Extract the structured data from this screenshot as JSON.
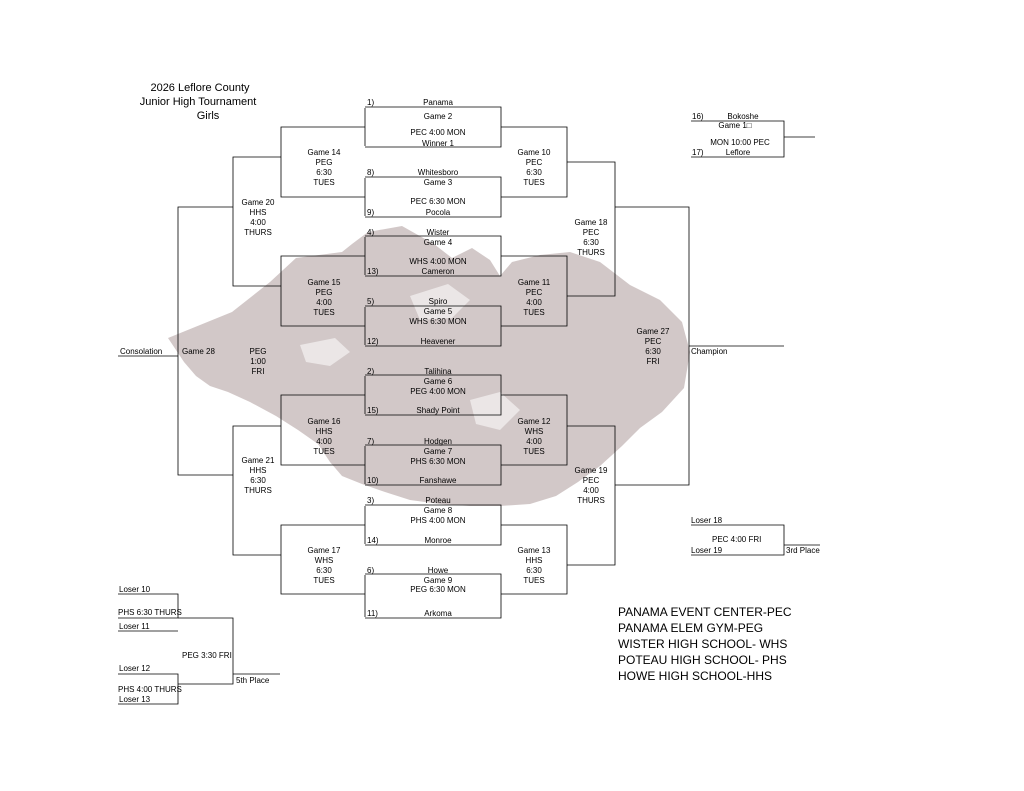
{
  "title": {
    "line1": "2026 Leflore County",
    "line2": "Junior High Tournament",
    "line3": "Girls"
  },
  "teams": [
    {
      "seed": "1)",
      "name": "Panama"
    },
    {
      "seed": "8)",
      "name": "Whitesboro"
    },
    {
      "seed": "9)",
      "name": "Pocola"
    },
    {
      "seed": "4)",
      "name": "Wister"
    },
    {
      "seed": "13)",
      "name": "Cameron"
    },
    {
      "seed": "5)",
      "name": "Spiro"
    },
    {
      "seed": "12)",
      "name": "Heavener"
    },
    {
      "seed": "2)",
      "name": "Talihina"
    },
    {
      "seed": "15)",
      "name": "Shady Point"
    },
    {
      "seed": "7)",
      "name": "Hodgen"
    },
    {
      "seed": "10)",
      "name": "Fanshawe"
    },
    {
      "seed": "3)",
      "name": "Poteau"
    },
    {
      "seed": "14)",
      "name": "Monroe"
    },
    {
      "seed": "6)",
      "name": "Howe"
    },
    {
      "seed": "11)",
      "name": "Arkoma"
    },
    {
      "seed": "16)",
      "name": "Bokoshe"
    },
    {
      "seed": "17)",
      "name": "Leflore"
    }
  ],
  "first_round": [
    {
      "game": "Game 2",
      "info": "PEC 4:00 MON",
      "extra": "Winner 1"
    },
    {
      "game": "Game 3",
      "info": "PEC 6:30 MON"
    },
    {
      "game": "Game 4",
      "info": "WHS 4:00 MON"
    },
    {
      "game": "Game 5",
      "info": "WHS 6:30 MON"
    },
    {
      "game": "Game 6",
      "info": "PEG 4:00 MON"
    },
    {
      "game": "Game 7",
      "info": "PHS 6:30 MON"
    },
    {
      "game": "Game 8",
      "info": "PHS 4:00 MON"
    },
    {
      "game": "Game 9",
      "info": "PEG 6:30 MON"
    }
  ],
  "play_in": {
    "game": "Game 1□",
    "info": "MON 10:00 PEC"
  },
  "games": {
    "g14": [
      "Game 14",
      "PEG",
      "6:30",
      "TUES"
    ],
    "g15": [
      "Game 15",
      "PEG",
      "4:00",
      "TUES"
    ],
    "g16": [
      "Game 16",
      "HHS",
      "4:00",
      "TUES"
    ],
    "g17": [
      "Game 17",
      "WHS",
      "6:30",
      "TUES"
    ],
    "g10": [
      "Game 10",
      "PEC",
      "6:30",
      "TUES"
    ],
    "g11": [
      "Game 11",
      "PEC",
      "4:00",
      "TUES"
    ],
    "g12": [
      "Game 12",
      "WHS",
      "4:00",
      "TUES"
    ],
    "g13": [
      "Game 13",
      "HHS",
      "6:30",
      "TUES"
    ],
    "g20": [
      "Game 20",
      "HHS",
      "4:00",
      "THURS"
    ],
    "g21": [
      "Game 21",
      "HHS",
      "6:30",
      "THURS"
    ],
    "g18": [
      "Game 18",
      "PEC",
      "6:30",
      "THURS"
    ],
    "g19": [
      "Game 19",
      "PEC",
      "4:00",
      "THURS"
    ],
    "g27": [
      "Game 27",
      "PEC",
      "6:30",
      "FRI"
    ],
    "g28": {
      "label": "Game 28",
      "details": [
        "PEG",
        "1:00",
        "FRI"
      ]
    }
  },
  "labels": {
    "consolation": "Consolation",
    "champion": "Champion"
  },
  "third_place": {
    "loser_a": "Loser 18",
    "loser_b": "Loser 19",
    "info": "PEC 4:00 FRI",
    "result": "3rd Place"
  },
  "fifth_place": {
    "loser10": "Loser 10",
    "loser11": "Loser 11",
    "info_a": "PHS 6:30 THURS",
    "loser12": "Loser 12",
    "loser13": "Loser 13",
    "info_b": "PHS 4:00 THURS",
    "final": "PEG 3:30 FRI",
    "result": "5th Place"
  },
  "legend": [
    "PANAMA EVENT CENTER-PEC",
    "PANAMA ELEM GYM-PEG",
    "WISTER HIGH SCHOOL- WHS",
    "POTEAU HIGH SCHOOL- PHS",
    "HOWE HIGH SCHOOL-HHS"
  ],
  "colors": {
    "line": "#000000",
    "mascot": "#8a6f6f"
  }
}
